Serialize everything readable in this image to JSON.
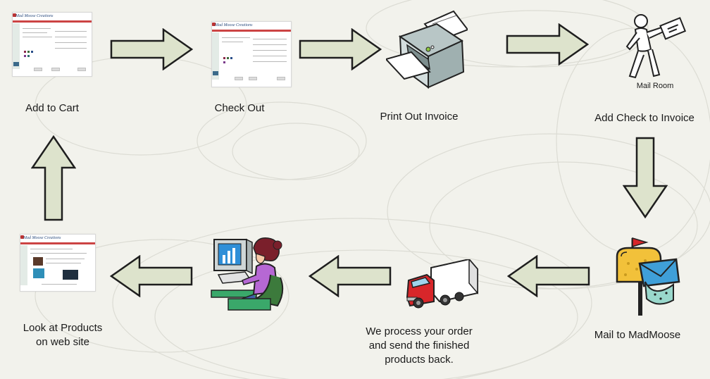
{
  "diagram": {
    "steps": [
      {
        "id": "add-to-cart",
        "caption": "Add to Cart"
      },
      {
        "id": "check-out",
        "caption": "Check Out"
      },
      {
        "id": "print-invoice",
        "caption": "Print Out Invoice"
      },
      {
        "id": "add-check",
        "caption": "Add Check to Invoice",
        "icon_label": "Mail Room"
      },
      {
        "id": "mail",
        "caption": "Mail to MadMoose"
      },
      {
        "id": "process",
        "caption": "We process your order\nand send the finished\nproducts back."
      },
      {
        "id": "customer",
        "caption": ""
      },
      {
        "id": "look",
        "caption": "Look at Products\non web site"
      }
    ],
    "site_logo": "Mad Moose Creations"
  },
  "colors": {
    "arrow_fill": "#dde3cc",
    "arrow_stroke": "#1e1e1e",
    "background": "#f2f2ec",
    "truck_cab": "#d8262a",
    "woman_sweater": "#b668d4",
    "woman_hair": "#7a1f2b",
    "mailbox": "#f2c13a",
    "envelope": "#3f9fd8"
  },
  "icons": [
    "website-screenshot",
    "arrow-right",
    "arrow-left",
    "arrow-up",
    "arrow-down",
    "printer-icon",
    "mail-carrier-icon",
    "mailbox-icon",
    "truck-icon",
    "computer-user-icon"
  ]
}
